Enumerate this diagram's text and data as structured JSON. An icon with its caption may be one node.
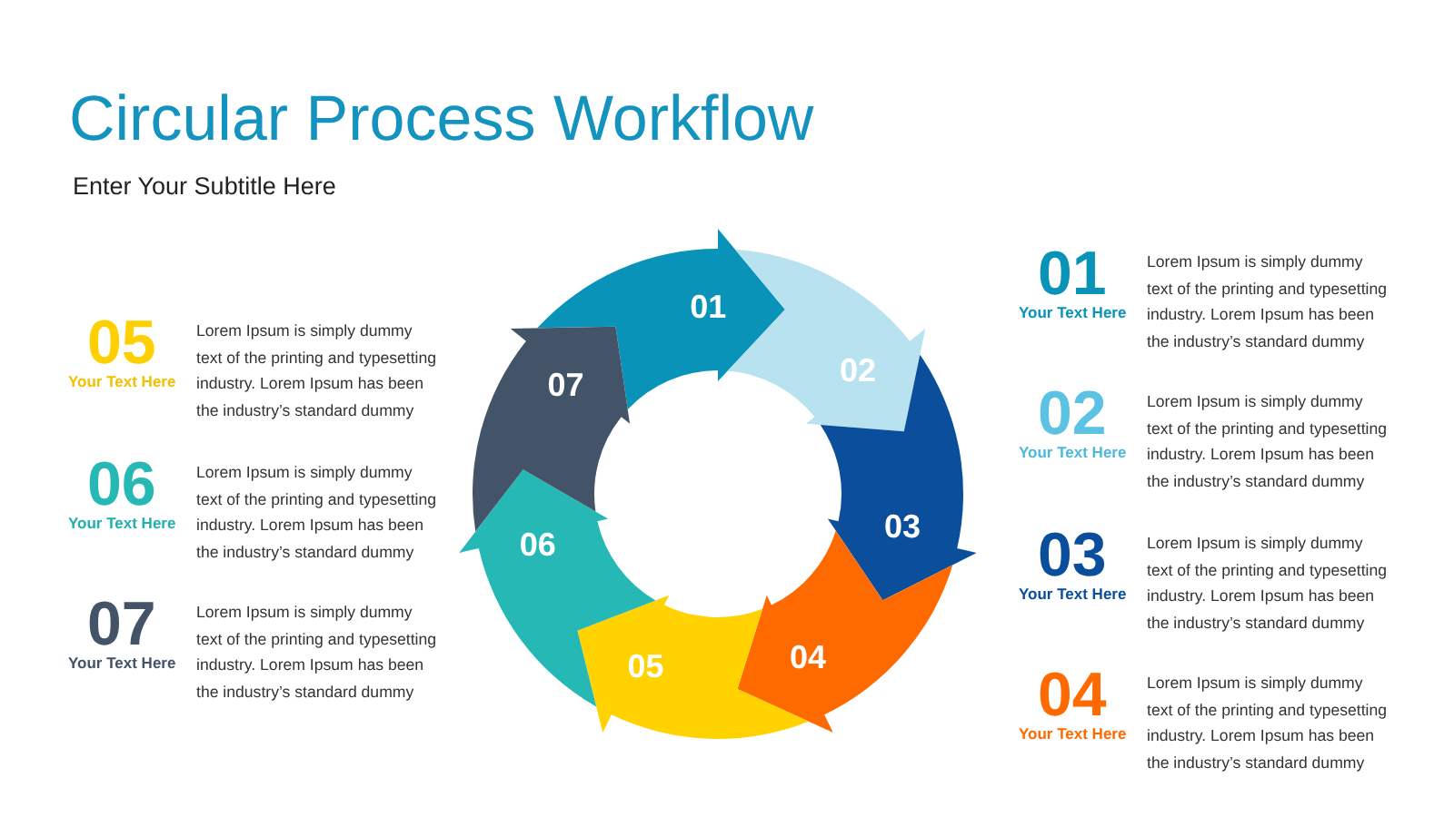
{
  "diagram": {
    "title": "Circular Process Workflow",
    "nodes": [
      {
        "text": [
          "01"
        ]
      },
      {
        "text": [
          "02"
        ]
      },
      {
        "text": [
          "03"
        ]
      },
      {
        "text": [
          "04"
        ]
      },
      {
        "text": [
          "05"
        ]
      },
      {
        "text": [
          "06"
        ]
      },
      {
        "text": [
          "07"
        ]
      }
    ],
    "labels": [
      "Enter Your Subtitle Here",
      "01",
      "Your Text Here",
      "Lorem Ipsum is simply dummy text of the printing and typesetting industry. Lorem Ipsum has been the industry’s standard dummy",
      "02",
      "Your Text Here",
      "Lorem Ipsum is simply dummy text of the printing and typesetting industry. Lorem Ipsum has been the industry’s standard dummy",
      "03",
      "Your Text Here",
      "Lorem Ipsum is simply dummy text of the printing and typesetting industry. Lorem Ipsum has been the industry’s standard dummy",
      "04",
      "Your Text Here",
      "Lorem Ipsum is simply dummy text of the printing and typesetting industry. Lorem Ipsum has been the industry’s standard dummy",
      "05",
      "Your Text Here",
      "Lorem Ipsum is simply dummy text of the printing and typesetting industry. Lorem Ipsum has been the industry’s standard dummy",
      "06",
      "Your Text Here",
      "Lorem Ipsum is simply dummy text of the printing and typesetting industry. Lorem Ipsum has been the industry’s standard dummy",
      "07",
      "Your Text Here",
      "Lorem Ipsum is simply dummy text of the printing and typesetting industry. Lorem Ipsum has been the industry’s standard dummy"
    ]
  }
}
